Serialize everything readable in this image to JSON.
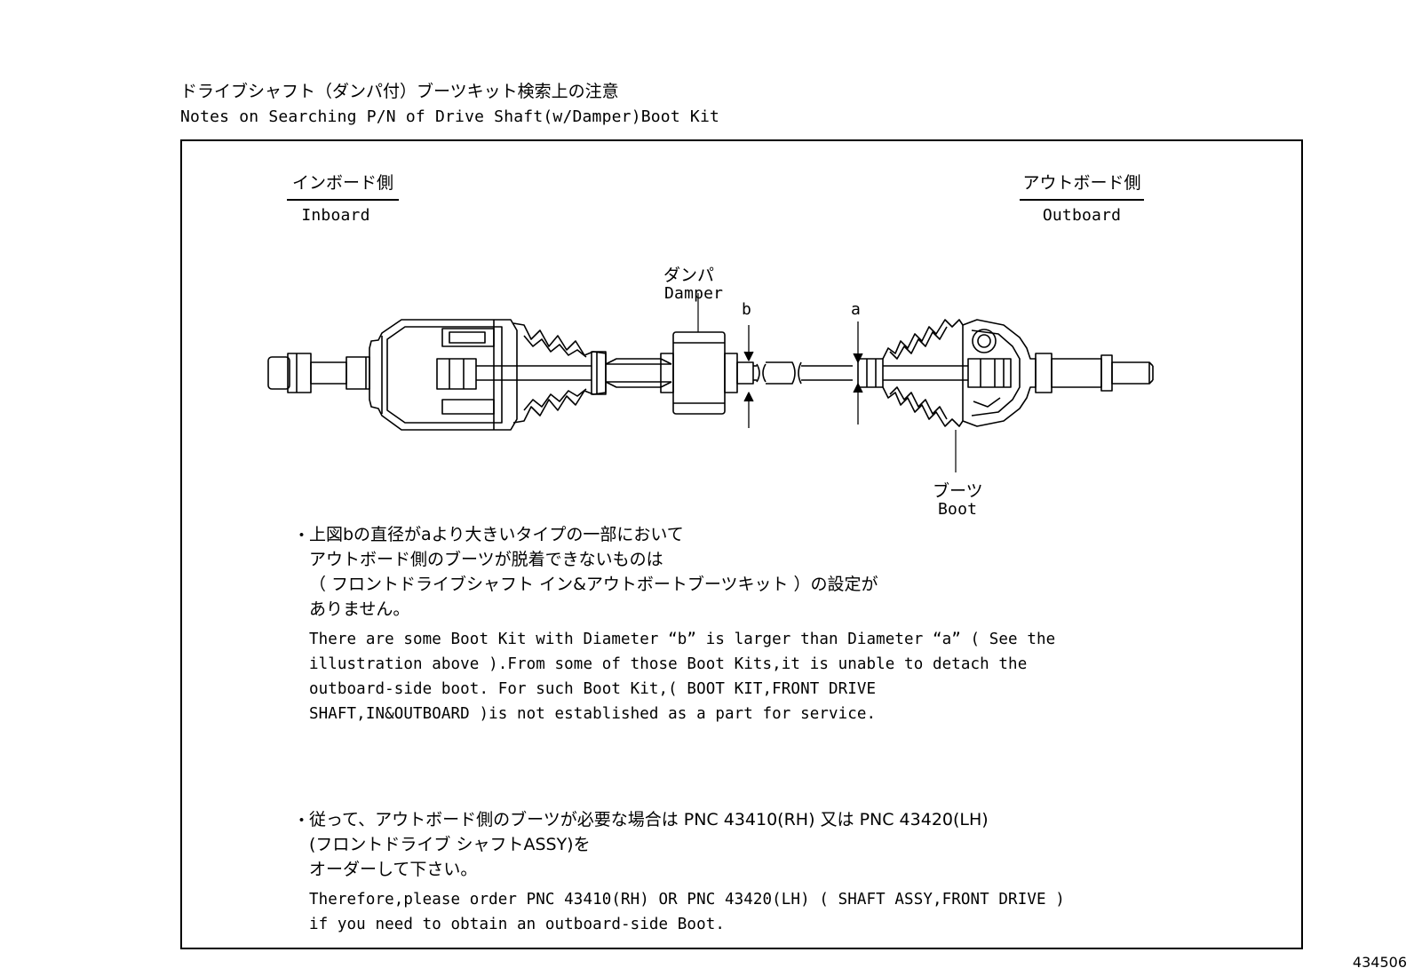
{
  "header": {
    "title_jp": "ドライブシャフト（ダンパ付）ブーツキット検索上の注意",
    "title_en": "Notes on Searching P/N of Drive Shaft(w/Damper)Boot Kit"
  },
  "diagram": {
    "inboard_jp": "インボード側",
    "inboard_en": "Inboard",
    "outboard_jp": "アウトボード側",
    "outboard_en": "Outboard",
    "damper_jp": "ダンパ",
    "damper_en": "Damper",
    "boot_jp": "ブーツ",
    "boot_en": "Boot",
    "label_a": "a",
    "label_b": "b"
  },
  "notes": [
    {
      "bullet": "・",
      "jp_lines": [
        "上図bの直径がaより大きいタイプの一部において",
        "アウトボード側のブーツが脱着できないものは",
        "（ フロントドライブシャフト イン&アウトボートブーツキット ）の設定が",
        "ありません。"
      ],
      "en_lines": [
        "There are some Boot Kit with Diameter “b” is larger than Diameter “a” ( See the",
        "illustration above ).From some of those Boot Kits,it is unable to detach the",
        "outboard-side boot. For such Boot Kit,( BOOT KIT,FRONT DRIVE",
        "SHAFT,IN&OUTBOARD )is not established as a part for service."
      ]
    },
    {
      "bullet": "・",
      "jp_lines": [
        "従って、アウトボード側のブーツが必要な場合は  PNC 43410(RH) 又は PNC 43420(LH)",
        "(フロントドライブ シャフトASSY)を",
        "オーダーして下さい。"
      ],
      "en_lines": [
        "Therefore,please order PNC 43410(RH) OR PNC 43420(LH) ( SHAFT ASSY,FRONT DRIVE )",
        "if you need to obtain an outboard-side Boot."
      ]
    }
  ],
  "figure_id": "434506"
}
